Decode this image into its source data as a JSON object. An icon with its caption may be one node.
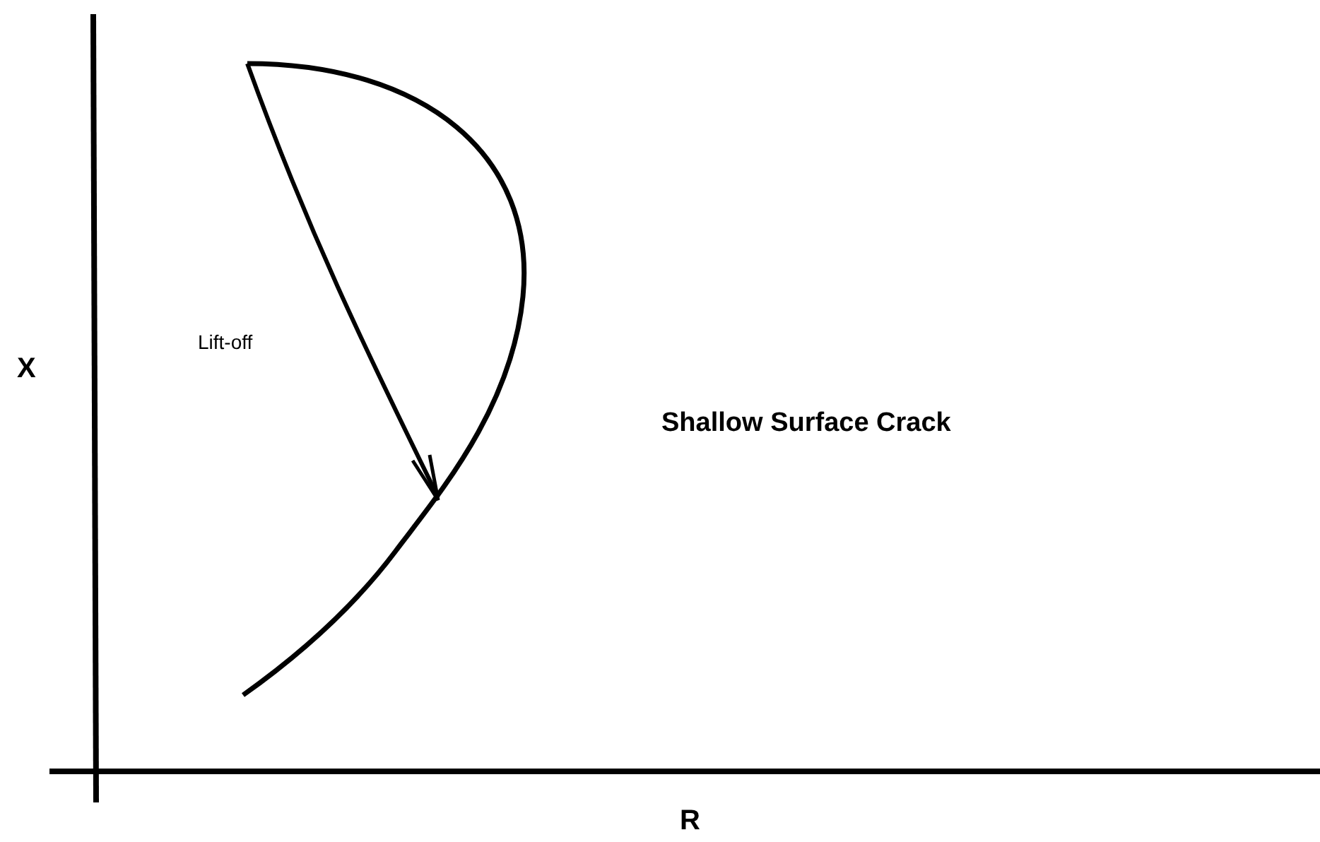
{
  "diagram": {
    "labels": [
      "X",
      "Lift-off",
      "Shallow Surface Crack",
      "R"
    ]
  }
}
